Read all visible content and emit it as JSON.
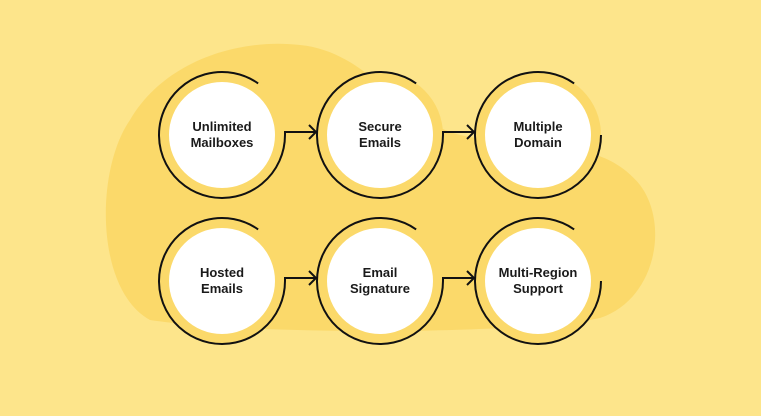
{
  "colors": {
    "background": "#fde58b",
    "blob": "#fbd96a",
    "stroke": "#111111",
    "node": "#ffffff"
  },
  "nodes": [
    {
      "label": "Unlimited Mailboxes",
      "lines": [
        "Unlimited",
        "Mailboxes"
      ]
    },
    {
      "label": "Secure Emails",
      "lines": [
        "Secure",
        "Emails"
      ]
    },
    {
      "label": "Multiple Domain",
      "lines": [
        "Multiple",
        "Domain"
      ]
    },
    {
      "label": "Hosted Emails",
      "lines": [
        "Hosted",
        "Emails"
      ]
    },
    {
      "label": "Email Signature",
      "lines": [
        "Email",
        "Signature"
      ]
    },
    {
      "label": "Multi-Region Support",
      "lines": [
        "Multi-Region",
        "Support"
      ]
    }
  ],
  "edges": [
    [
      0,
      1
    ],
    [
      1,
      2
    ],
    [
      3,
      4
    ],
    [
      4,
      5
    ]
  ]
}
